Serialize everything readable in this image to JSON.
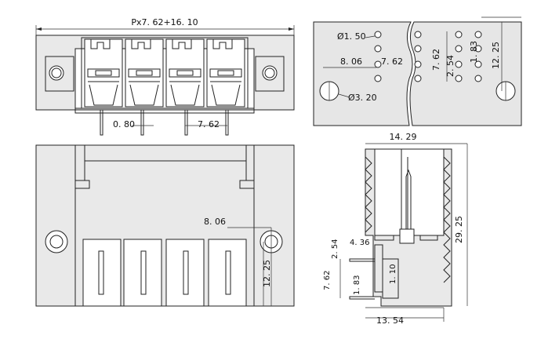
{
  "dimensions": {
    "top_overall": "Px7. 62+16. 10",
    "top_pin_thickness": "0. 80",
    "top_pitch": "7. 62",
    "pcb_hole_small": "Ø1. 50",
    "pcb_hole_large": "Ø3. 20",
    "pcb_offset_x": "8. 06",
    "pcb_pitch_x": "7. 62",
    "pcb_pitch_y": "7. 62",
    "pcb_row_gap": "2. 54",
    "pcb_small_gap": "1. 83",
    "pcb_height": "12. 25",
    "front_offset_x": "8. 06",
    "front_height": "12. 25",
    "side_width_top": "14. 29",
    "side_height": "29. 25",
    "side_pin_offset": "4. 36",
    "side_pin_gap": "2. 54",
    "side_pitch": "7. 62",
    "side_gap": "1. 83",
    "side_small": "1. 10",
    "side_width_bottom": "13. 54"
  }
}
